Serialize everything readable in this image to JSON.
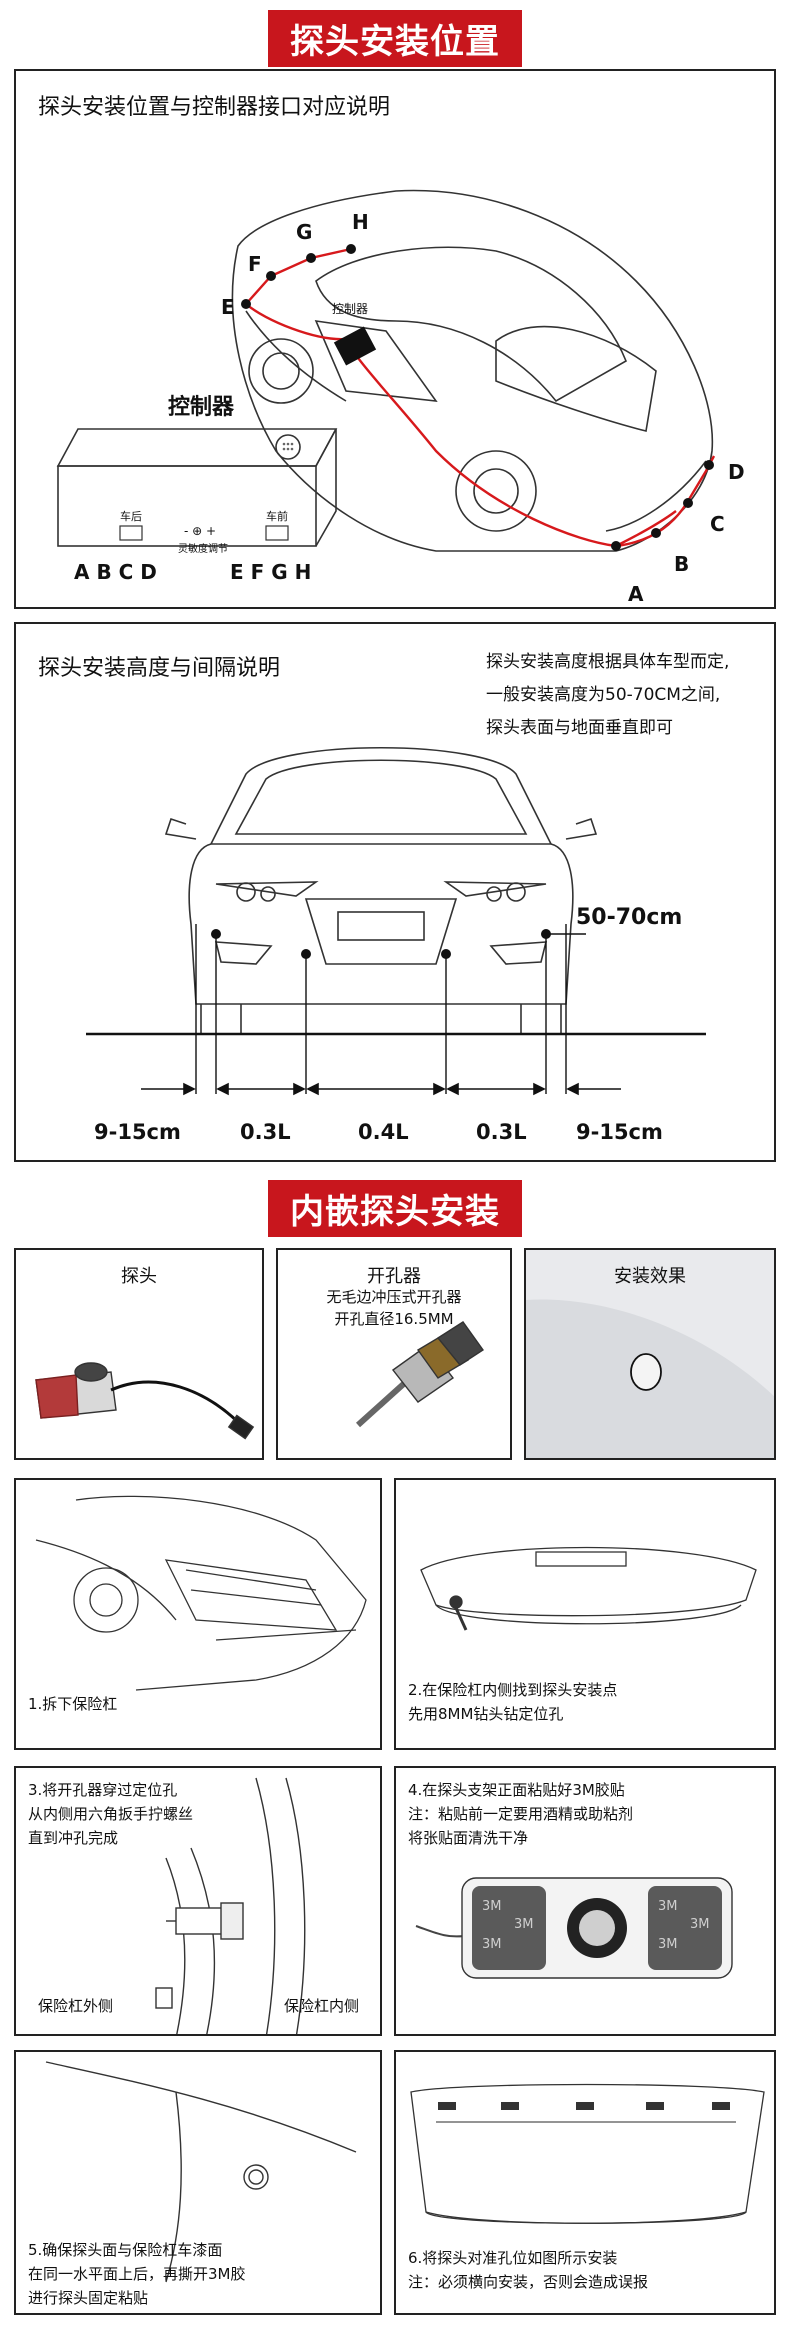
{
  "section1": {
    "banner": "探头安装位置",
    "box1_title": "探头安装位置与控制器接口对应说明",
    "controller_label": "控制器",
    "controller_small": "控制器",
    "rear_port": "车后",
    "front_port": "车前",
    "sensitivity": "灵敏度调节",
    "ports_left": "A B C D",
    "ports_right": "E F G H",
    "car_points": [
      "A",
      "B",
      "C",
      "D",
      "E",
      "F",
      "G",
      "H"
    ]
  },
  "section2": {
    "box2_title": "探头安装高度与间隔说明",
    "note_lines": [
      "探头安装高度根据具体车型而定,",
      "一般安装高度为50-70CM之间,",
      "探头表面与地面垂直即可"
    ],
    "height_label": "50-70cm",
    "spacing": [
      "9-15cm",
      "0.3L",
      "0.4L",
      "0.3L",
      "9-15cm"
    ]
  },
  "section3": {
    "banner": "内嵌探头安装",
    "items": [
      {
        "title": "探头"
      },
      {
        "title": "开孔器",
        "lines": [
          "无毛边冲压式开孔器",
          "开孔直径16.5MM"
        ]
      },
      {
        "title": "安装效果"
      }
    ],
    "steps": [
      {
        "lines": [
          "1.拆下保险杠"
        ]
      },
      {
        "lines": [
          "2.在保险杠内侧找到探头安装点",
          "先用8MM钻头钻定位孔"
        ]
      },
      {
        "lines": [
          "3.将开孔器穿过定位孔",
          "从内侧用六角扳手拧螺丝",
          "直到冲孔完成"
        ],
        "labels": [
          "保险杠外侧",
          "保险杠内侧"
        ]
      },
      {
        "lines": [
          "4.在探头支架正面粘贴好3M胶贴",
          "注：粘贴前一定要用酒精或助粘剂",
          "将张贴面清洗干净"
        ],
        "tape": "3M"
      },
      {
        "lines": [
          "5.确保探头面与保险杠车漆面",
          "在同一水平面上后，再撕开3M胶",
          "进行探头固定粘贴"
        ]
      },
      {
        "lines": [
          "6.将探头对准孔位如图所示安装",
          "注：必须横向安装，否则会造成误报"
        ]
      }
    ]
  },
  "colors": {
    "accent": "#c8161d",
    "wire": "#d7191c",
    "border": "#222222"
  }
}
